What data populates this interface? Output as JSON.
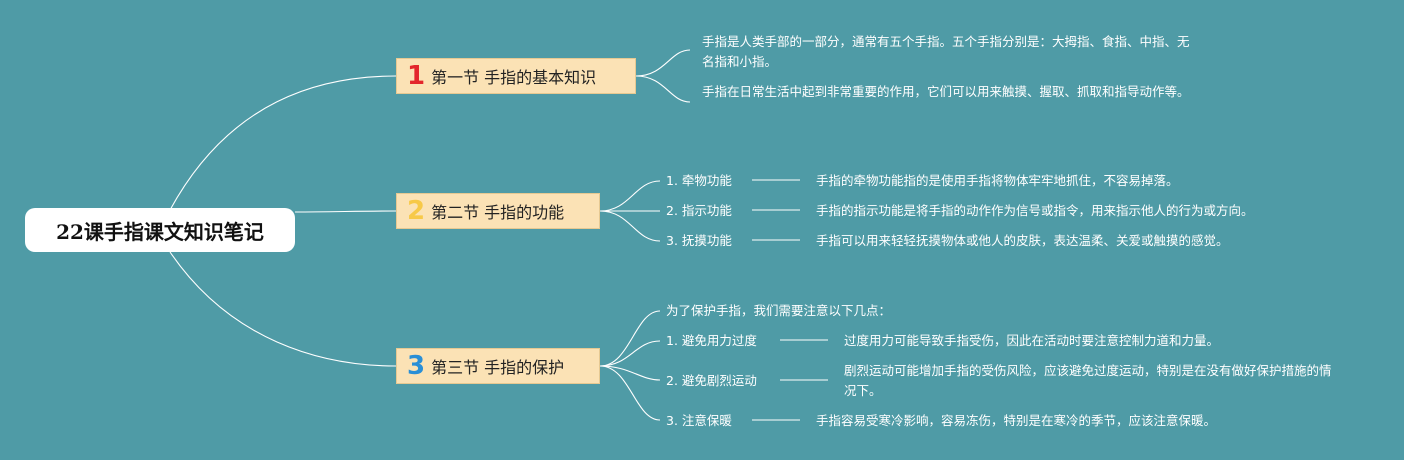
{
  "root": {
    "title": "22课手指课文知识笔记"
  },
  "sections": [
    {
      "number": "1",
      "number_color": "#e3262c",
      "title": "第一节 手指的基本知识",
      "notes": [
        "手指是人类手部的一部分，通常有五个手指。五个手指分别是：大拇指、食指、中指、无名指和小指。",
        "手指在日常生活中起到非常重要的作用，它们可以用来触摸、握取、抓取和指导动作等。"
      ]
    },
    {
      "number": "2",
      "number_color": "#f7c948",
      "title": "第二节 手指的功能",
      "items": [
        {
          "label": "1. 牵物功能",
          "desc": "手指的牵物功能指的是使用手指将物体牢牢地抓住，不容易掉落。"
        },
        {
          "label": "2. 指示功能",
          "desc": "手指的指示功能是将手指的动作作为信号或指令，用来指示他人的行为或方向。"
        },
        {
          "label": "3. 抚摸功能",
          "desc": "手指可以用来轻轻抚摸物体或他人的皮肤，表达温柔、关爱或触摸的感觉。"
        }
      ]
    },
    {
      "number": "3",
      "number_color": "#2a8fd6",
      "title": "第三节 手指的保护",
      "intro": "为了保护手指，我们需要注意以下几点：",
      "items": [
        {
          "label": "1. 避免用力过度",
          "desc": "过度用力可能导致手指受伤，因此在活动时要注意控制力道和力量。"
        },
        {
          "label": "2. 避免剧烈运动",
          "desc": "剧烈运动可能增加手指的受伤风险，应该避免过度运动，特别是在没有做好保护措施的情况下。"
        },
        {
          "label": "3. 注意保暖",
          "desc": "手指容易受寒冷影响，容易冻伤，特别是在寒冷的季节，应该注意保暖。"
        }
      ]
    }
  ],
  "colors": {
    "background": "#4f9ba6",
    "section_fill": "#fbe2b5",
    "line": "#ffffff"
  }
}
